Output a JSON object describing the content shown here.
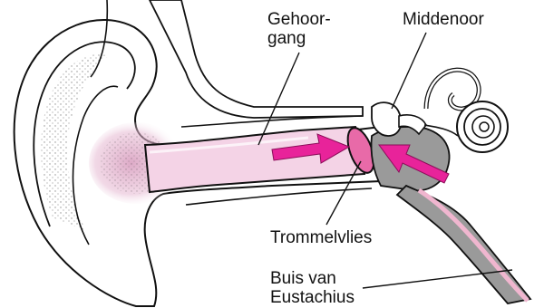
{
  "labels": {
    "ear_canal": [
      "Gehoor-",
      "gang"
    ],
    "middle_ear": "Middenoor",
    "eardrum": "Trommelvlies",
    "eustachian_tube": [
      "Buis van",
      "Eustachius"
    ]
  },
  "colors": {
    "canal_fill": "#f4d3e6",
    "shading": "#d79bbd",
    "arrow": "#e8239a",
    "middle_ear_gray": "#9a9a9a",
    "tube_pink": "#f0b6cf",
    "outline": "#111111"
  }
}
